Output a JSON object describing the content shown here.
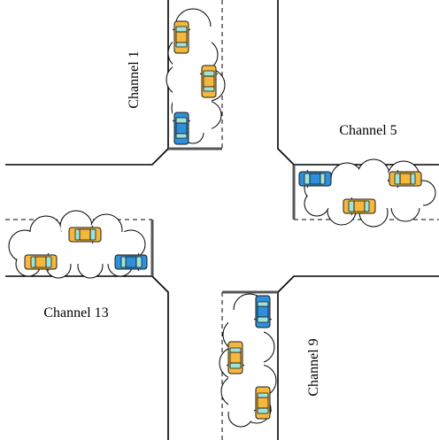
{
  "channels": {
    "c1": "Channel 1",
    "c5": "Channel 5",
    "c9": "Channel 9",
    "c13": "Channel 13"
  },
  "colors": {
    "road": "#000000",
    "stop_line": "#555555",
    "car_yellow": "#f5b83d",
    "car_blue": "#2f8fd8",
    "car_dark": "#1a1a1a",
    "window": "#9fe3d9"
  },
  "vehicles": {
    "channel_1": [
      "yellow-car",
      "yellow-car",
      "blue-car"
    ],
    "channel_5": [
      "blue-car",
      "yellow-car",
      "yellow-car"
    ],
    "channel_9": [
      "blue-car",
      "yellow-car",
      "yellow-car"
    ],
    "channel_13": [
      "yellow-car",
      "yellow-car",
      "blue-car"
    ]
  }
}
